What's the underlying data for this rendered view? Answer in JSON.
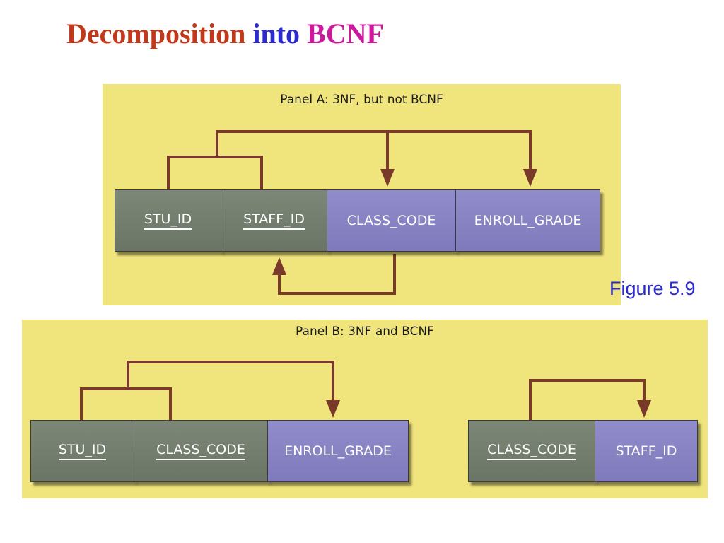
{
  "title": {
    "part1": "Decomposition",
    "part2": "into",
    "part3": "BCNF"
  },
  "figure_label": "Figure 5.9",
  "panel_a": {
    "heading": "Panel A: 3NF, but not BCNF",
    "attributes": [
      "STU_ID",
      "STAFF_ID",
      "CLASS_CODE",
      "ENROLL_GRADE"
    ]
  },
  "panel_b": {
    "heading": "Panel B: 3NF and BCNF",
    "table1": [
      "STU_ID",
      "CLASS_CODE",
      "ENROLL_GRADE"
    ],
    "table2": [
      "CLASS_CODE",
      "STAFF_ID"
    ]
  },
  "colors": {
    "key_attr": "#737e6e",
    "nonkey_attr": "#8883c4",
    "arrow": "#7a3a2a",
    "panel_bg": "#f0e47c"
  }
}
